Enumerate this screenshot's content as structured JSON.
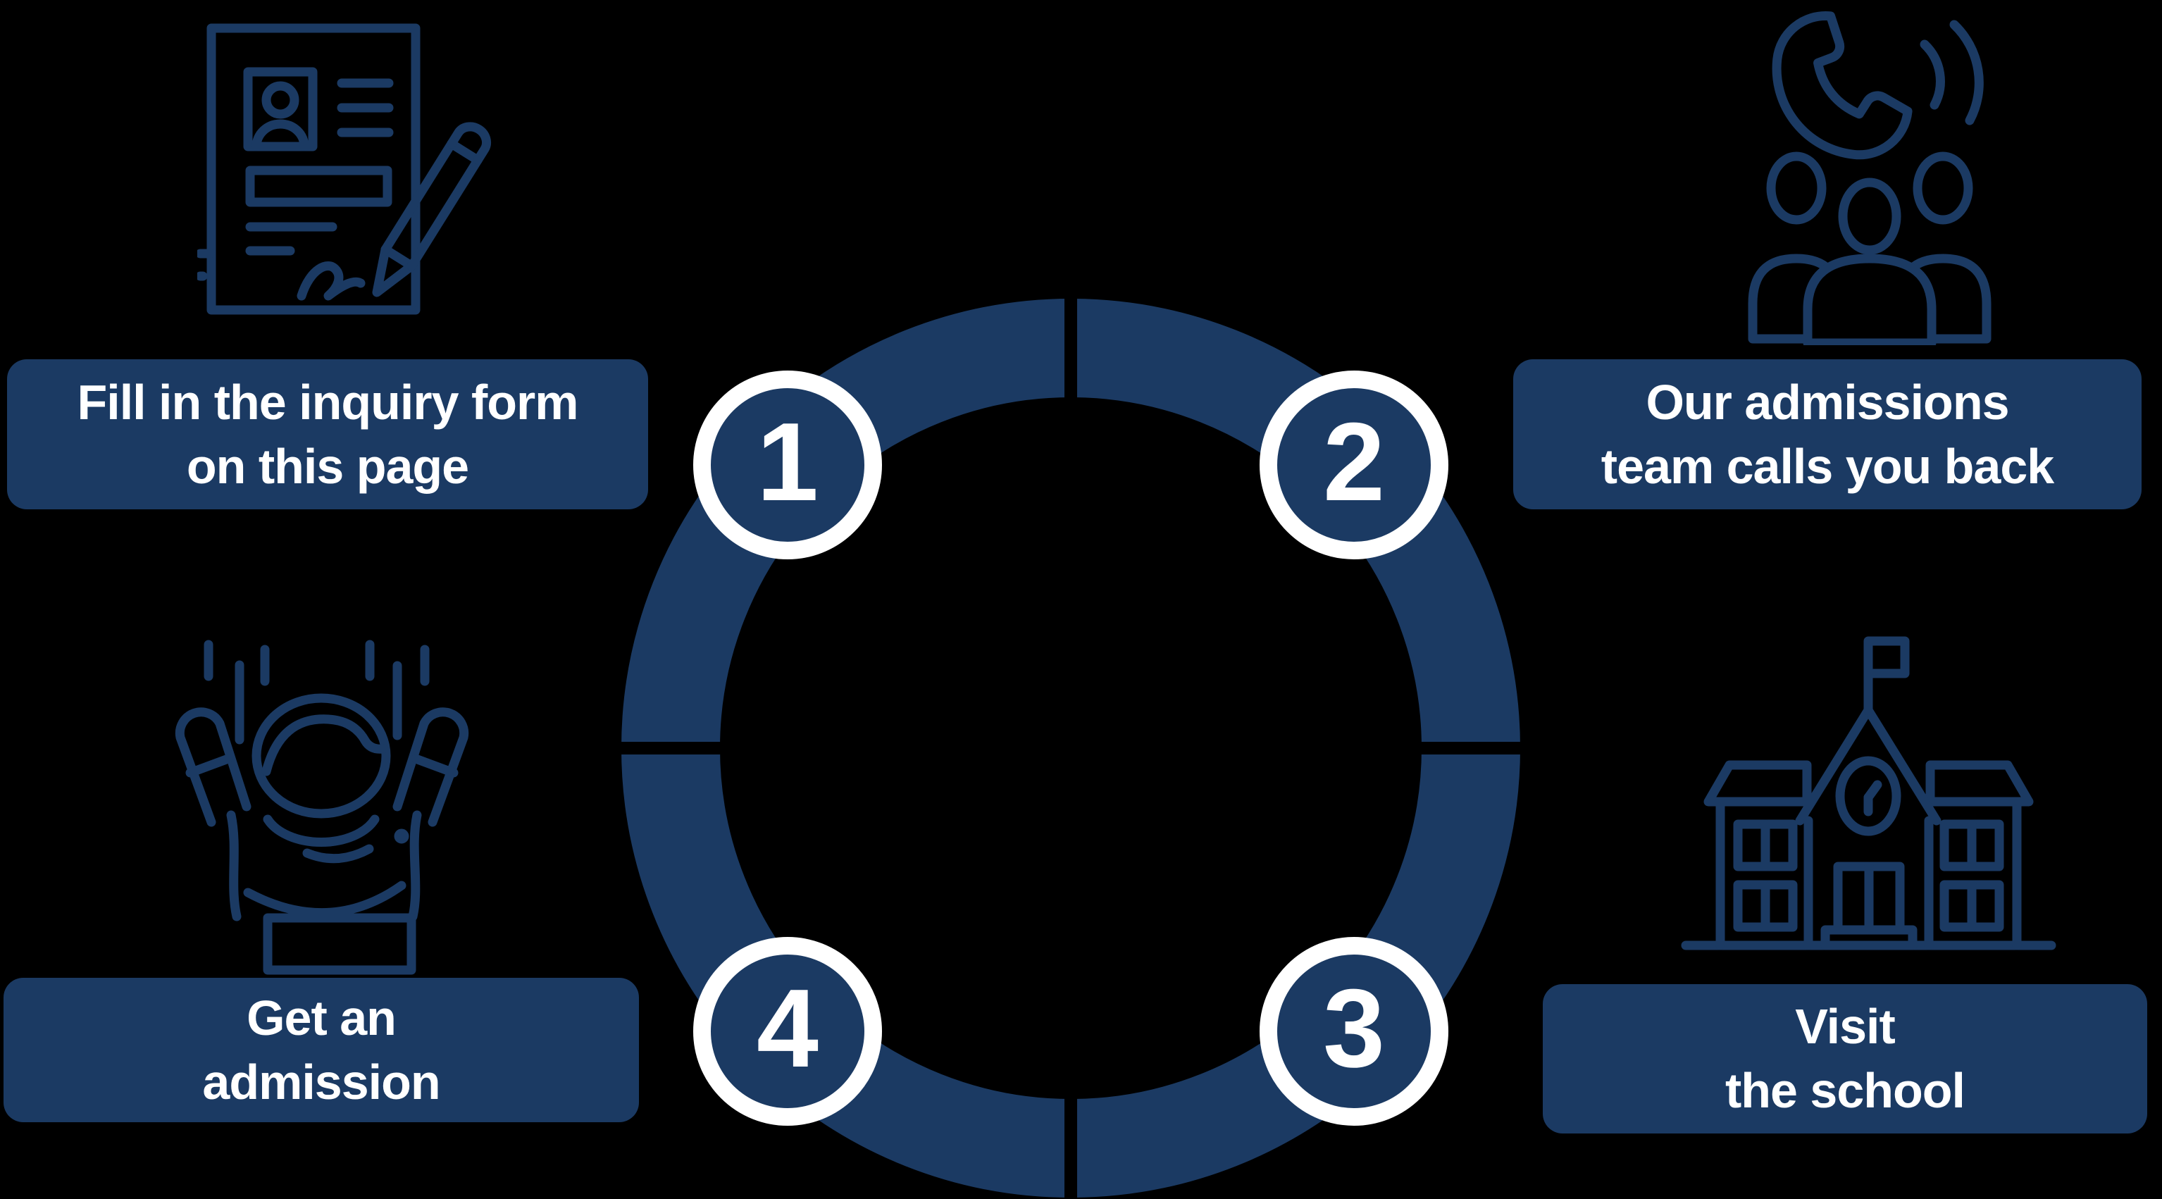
{
  "title": "Admission process infographic",
  "colors": {
    "navy": "#1B3A63",
    "white": "#FFFFFF",
    "background": "#000000"
  },
  "steps": [
    {
      "number": "1",
      "label_line1": "Fill in the inquiry form",
      "label_line2": "on this page",
      "icon": "inquiry-form-icon"
    },
    {
      "number": "2",
      "label_line1": "Our admissions",
      "label_line2": "team calls you back",
      "icon": "phone-call-team-icon"
    },
    {
      "number": "3",
      "label_line1": "Visit",
      "label_line2": "the school",
      "icon": "school-building-icon"
    },
    {
      "number": "4",
      "label_line1": "Get an",
      "label_line2": "admission",
      "icon": "celebrating-student-icon"
    }
  ]
}
